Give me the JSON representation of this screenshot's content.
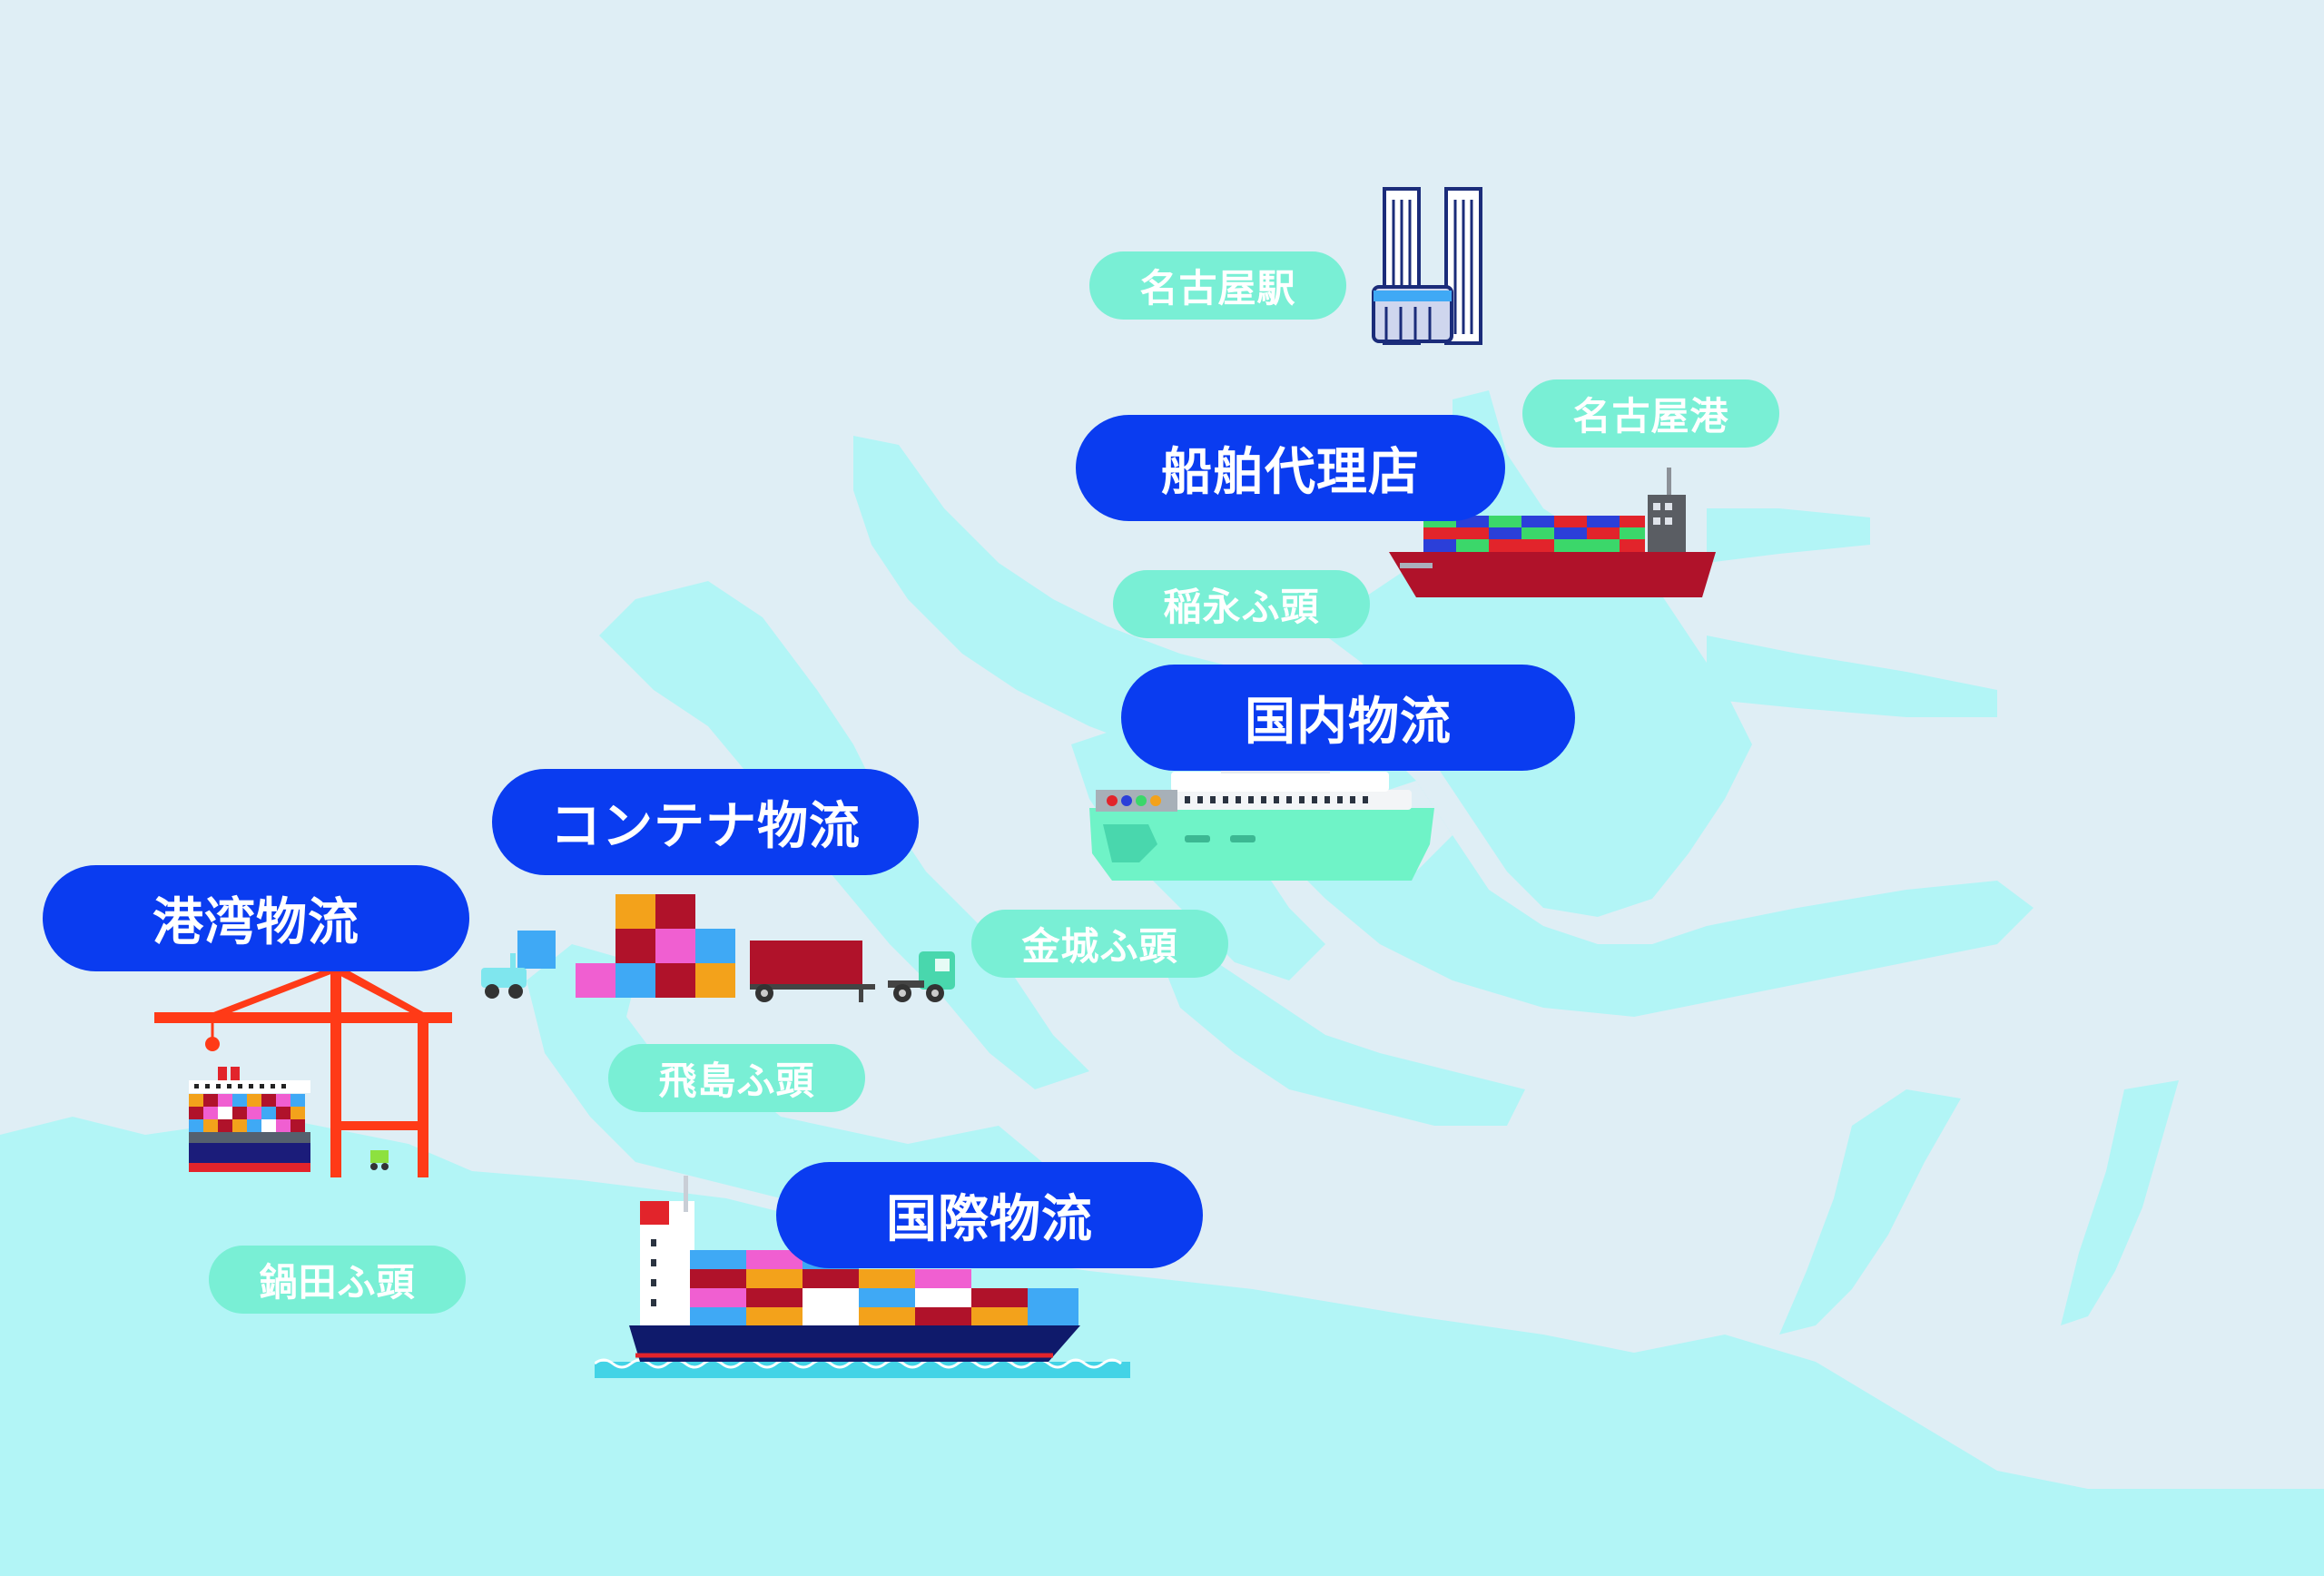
{
  "colors": {
    "land": "#dfeef5",
    "water": "#b2f5f6",
    "category_pill": "#0a3cf0",
    "place_tag": "#79efd5",
    "text": "#ffffff"
  },
  "categories": {
    "shipping_agency": "船舶代理店",
    "domestic_logistics": "国内物流",
    "container_logistics": "コンテナ物流",
    "port_logistics": "港湾物流",
    "international_logistics": "国際物流"
  },
  "places": {
    "nagoya_station": "名古屋駅",
    "nagoya_port": "名古屋港",
    "inae_pier": "稲永ふ頭",
    "kinjo_pier": "金城ふ頭",
    "tobishima_pier": "飛島ふ頭",
    "nabeta_pier": "鍋田ふ頭"
  },
  "illustrations": [
    "twin-tower-icon",
    "container-ship-red-icon",
    "car-ferry-icon",
    "container-truck-icon",
    "gantry-crane-icon",
    "container-ship-navy-icon"
  ]
}
